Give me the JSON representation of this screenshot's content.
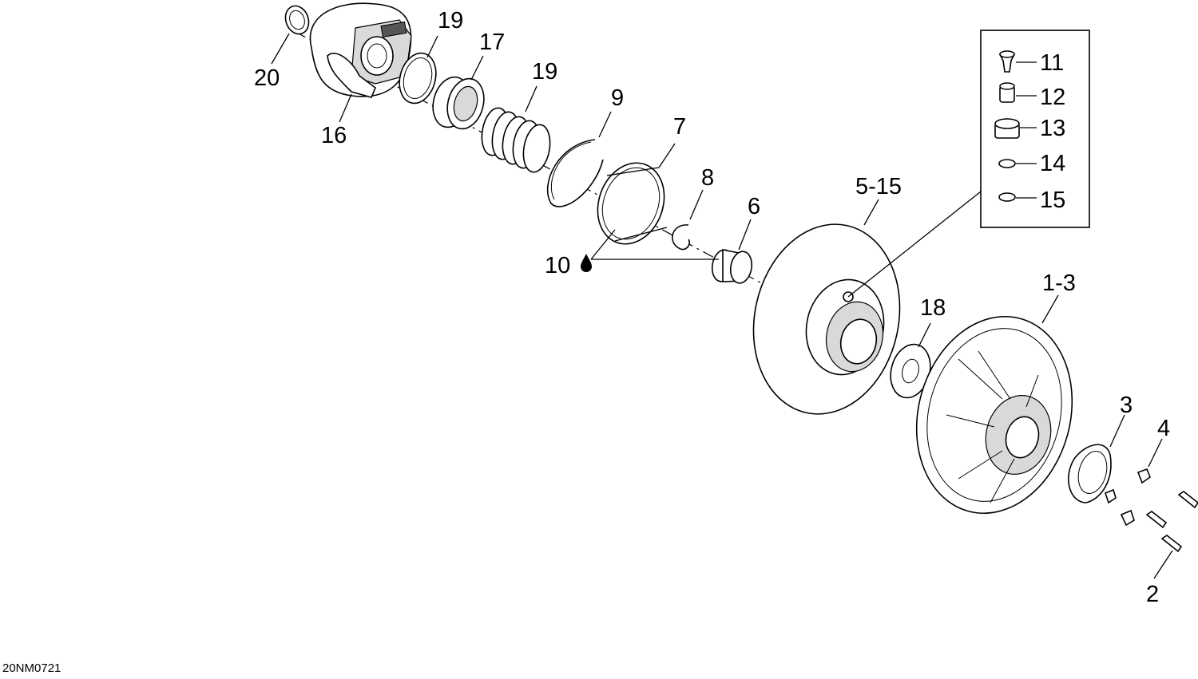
{
  "callouts": {
    "c20": "20",
    "c16": "16",
    "c19a": "19",
    "c17": "17",
    "c19b": "19",
    "c9": "9",
    "c7": "7",
    "c8": "8",
    "c10": "10",
    "c6": "6",
    "c5_15": "5-15",
    "c18": "18",
    "c1_3": "1-3",
    "c3": "3",
    "c4": "4",
    "c2": "2",
    "c11": "11",
    "c12": "12",
    "c13": "13",
    "c14": "14",
    "c15": "15"
  },
  "drawing_code": "20NM0721",
  "icons": {
    "lubricant": "oil-drop-icon"
  }
}
